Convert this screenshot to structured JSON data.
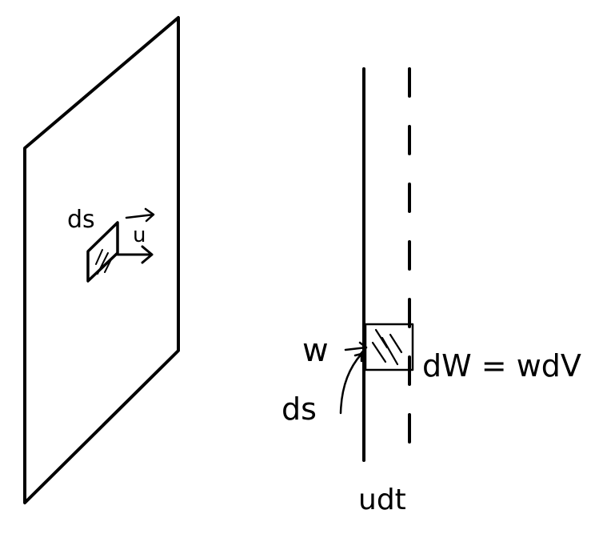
{
  "labels": {
    "area_element": "ds",
    "velocity_vector": "u",
    "energy_density": "w",
    "area_element_right": "ds",
    "energy_relation": "dW = wdV",
    "thickness": "udt"
  },
  "colors": {
    "ink": "#000000",
    "background": "#ffffff"
  }
}
